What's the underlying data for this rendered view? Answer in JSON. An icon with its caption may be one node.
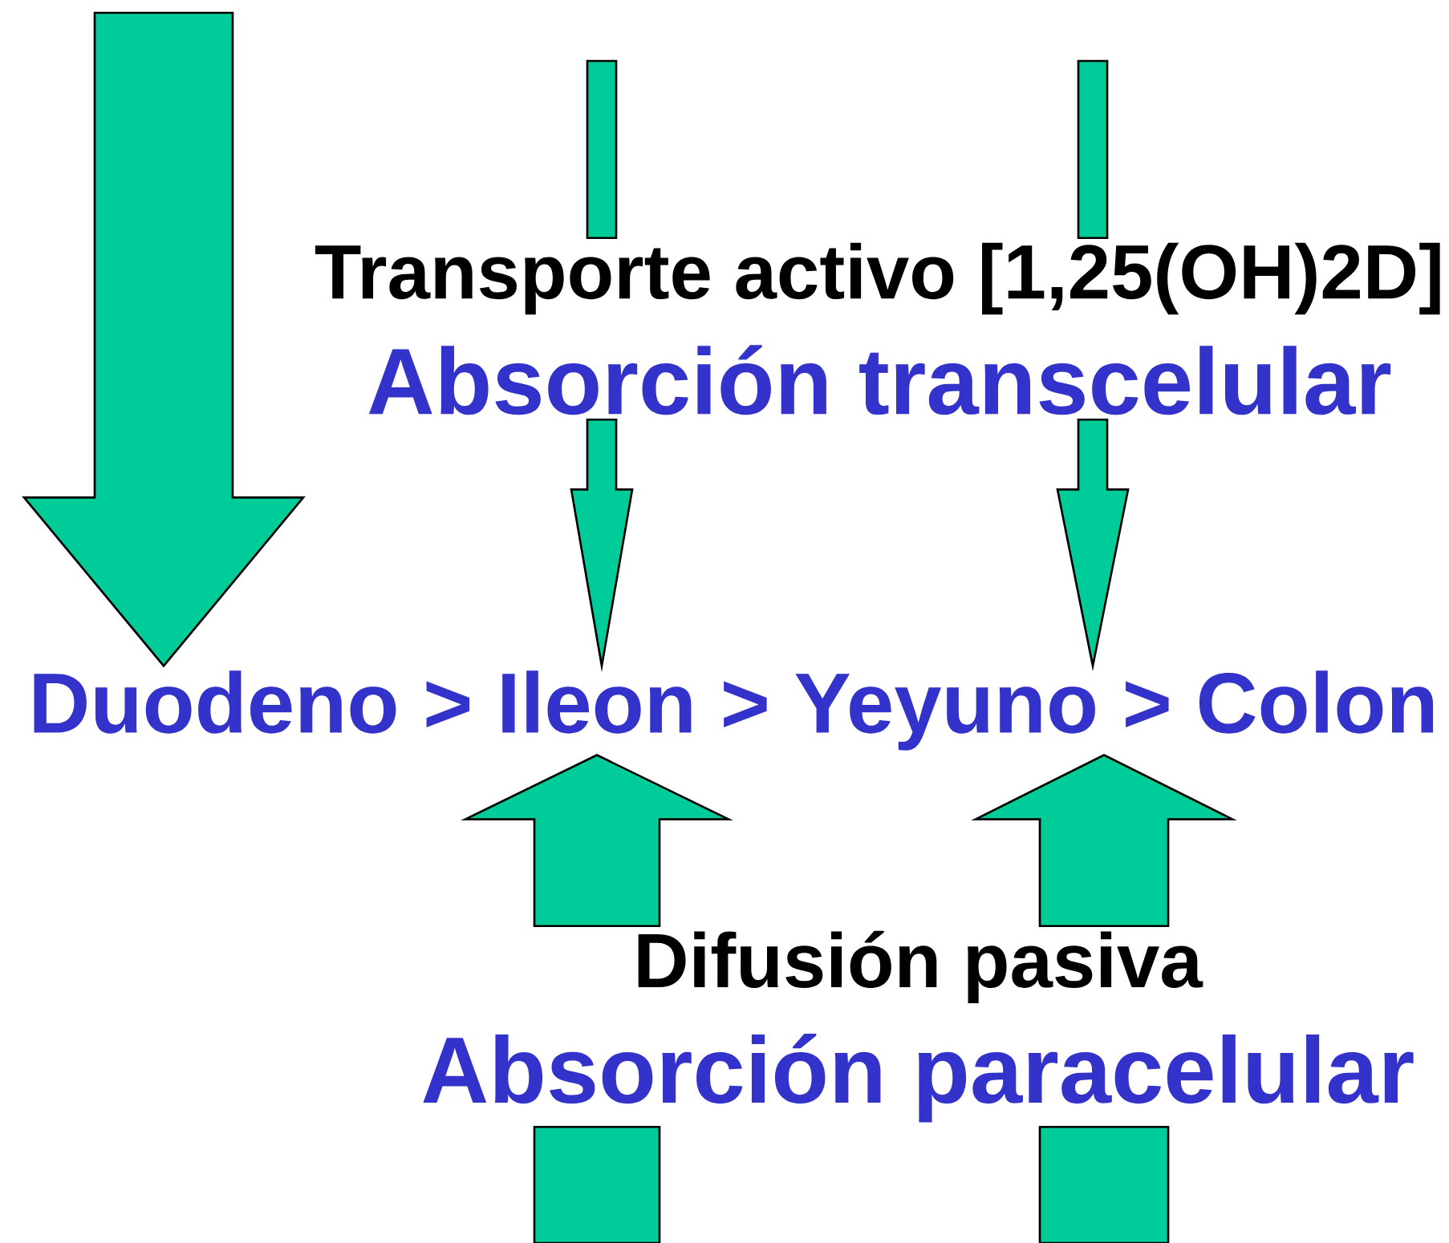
{
  "diagram": {
    "nodes": [
      {
        "text": [
          "Transporte activo [1,25(OH)2D]",
          "Absorción transcelular"
        ]
      },
      {
        "text": [
          "Duodeno > Ileon > Yeyuno > Colon"
        ]
      },
      {
        "text": [
          "Difusión pasiva",
          "Absorción paracelular"
        ]
      }
    ],
    "edges": [
      {
        "from": null,
        "to": 1,
        "arrow": "to"
      },
      {
        "from": 0,
        "to": 1,
        "arrow": "to"
      },
      {
        "from": 0,
        "to": 1,
        "arrow": "to"
      },
      {
        "from": 2,
        "to": 1,
        "arrow": "to"
      },
      {
        "from": 2,
        "to": 1,
        "arrow": "to"
      }
    ]
  }
}
